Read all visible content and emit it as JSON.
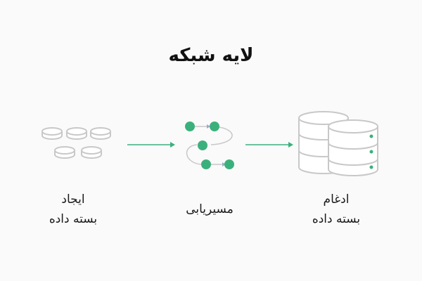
{
  "title": "لایه شبکه",
  "steps": [
    {
      "line1": "ایجاد",
      "line2": "بسته داده"
    },
    {
      "line1": "مسیریابی"
    },
    {
      "line1": "ادغام",
      "line2": "بسته داده"
    }
  ],
  "colors": {
    "accent": "#3cb07c",
    "icon_stroke": "#c4c4c4",
    "arrow_head": "#9aa8ce",
    "text": "#111111"
  },
  "icons": [
    "packets-icon",
    "routing-icon",
    "database-icon"
  ]
}
